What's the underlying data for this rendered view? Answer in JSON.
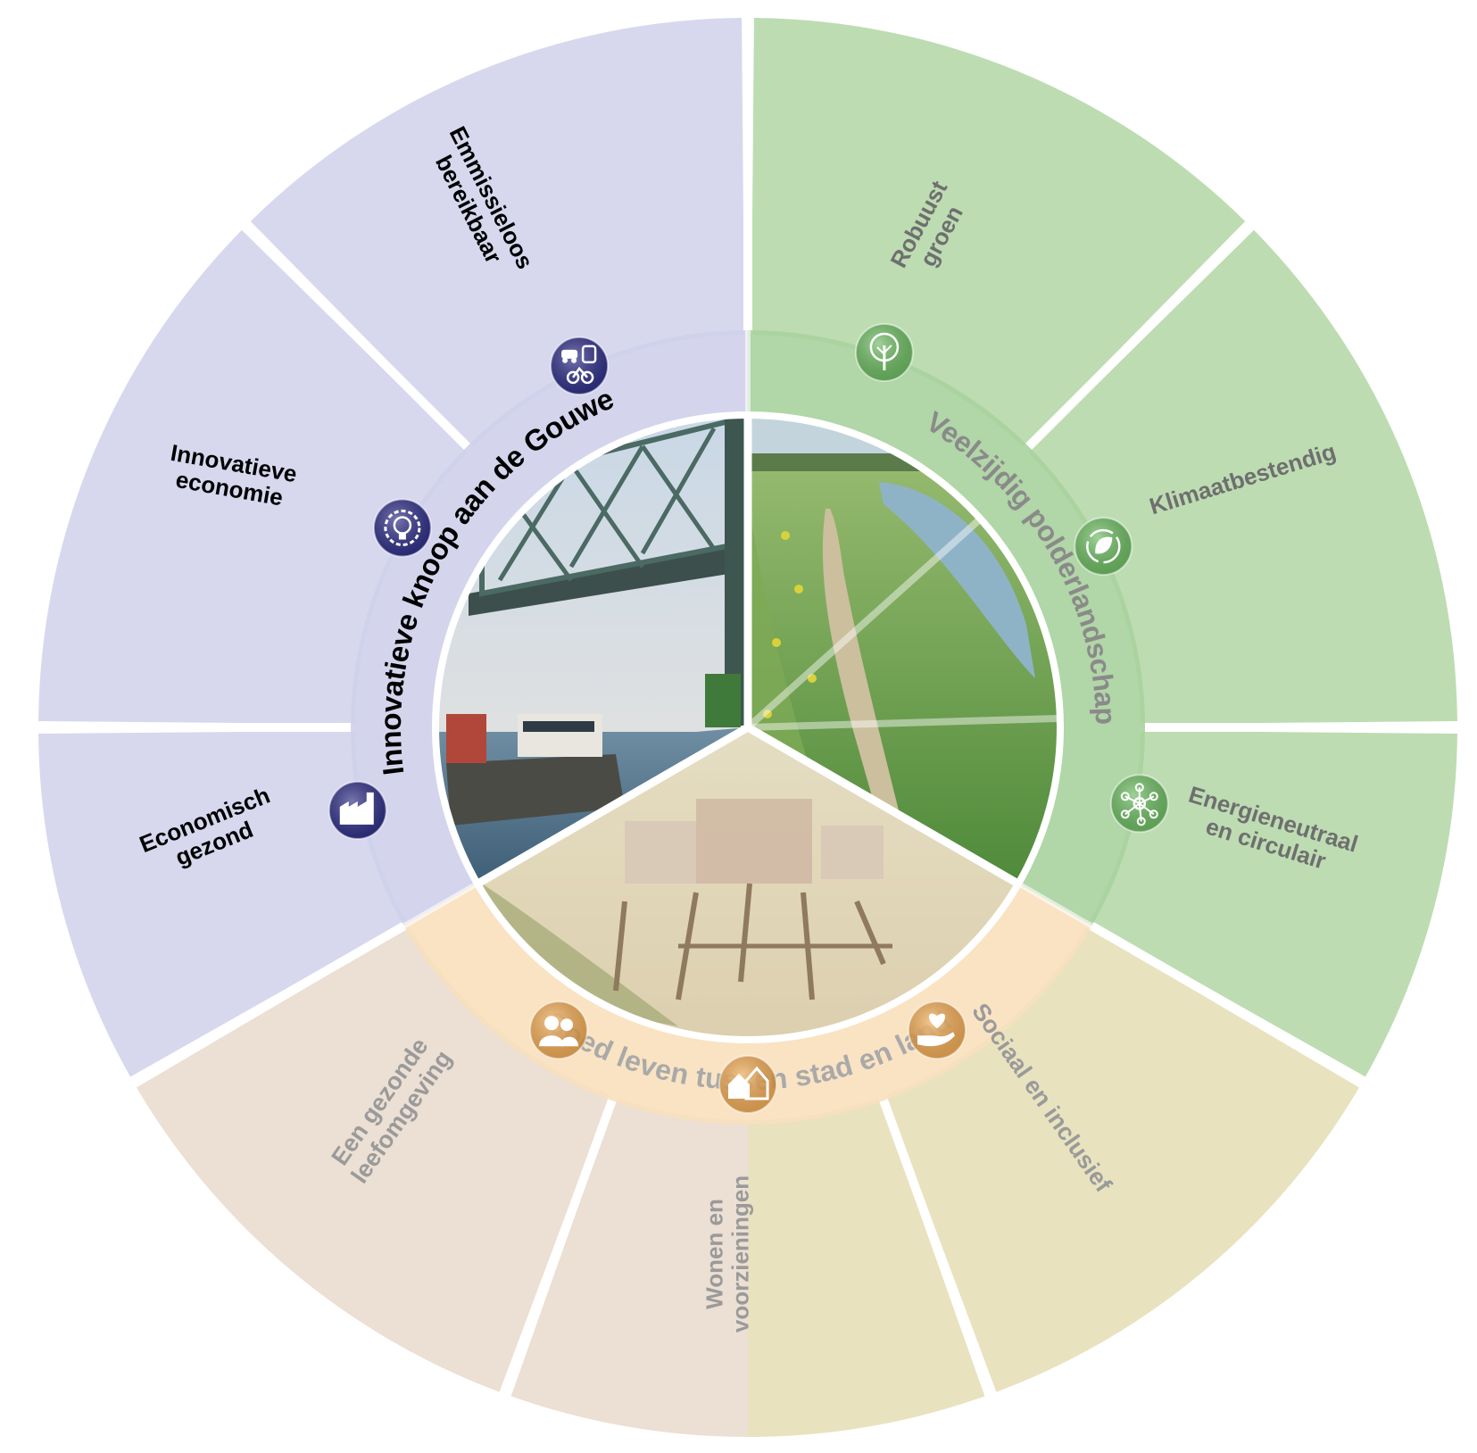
{
  "themes": [
    {
      "title": "Innovatieve knoop aan de Gouwe",
      "color": "#d7d8ee",
      "ring_color": "#cfd0ea",
      "label_color": "#000000",
      "title_color": "#000000",
      "icon_color": "#2e2e86",
      "goals": [
        {
          "label": [
            "Emmissieloos",
            "bereikbaar"
          ],
          "icon": "car-train-bike-icon"
        },
        {
          "label": [
            "Innovatieve",
            "economie"
          ],
          "icon": "lightbulb-gear-icon"
        },
        {
          "label": [
            "Economisch",
            "gezond"
          ],
          "icon": "factory-icon"
        }
      ]
    },
    {
      "title": "Veelzijdig polderlandschap",
      "color": "#bddcb2",
      "ring_color": "#a8d29d",
      "label_color": "#6f6f6f",
      "title_color": "#8a8a8a",
      "icon_color": "#5fb554",
      "goals": [
        {
          "label": [
            "Robuust",
            "groen"
          ],
          "icon": "tree-icon"
        },
        {
          "label": [
            "Klimaatbestendig"
          ],
          "icon": "leaf-cycle-icon"
        },
        {
          "label": [
            "Energieneutraal",
            "en circulair"
          ],
          "icon": "network-icon"
        }
      ]
    },
    {
      "title": "Goed leven tussen stad en land",
      "color": "#ecdfd3",
      "color_alt": "#e9e2bf",
      "ring_color": "#f8e0bc",
      "label_color": "#9a9a9a",
      "title_color": "#a9a9a9",
      "icon_color": "#eda042",
      "goals": [
        {
          "label": [
            "Een gezonde",
            "leefomgeving"
          ],
          "icon": "people-icon"
        },
        {
          "label": [
            "Wonen en",
            "voorzieningen"
          ],
          "icon": "houses-icon"
        },
        {
          "label": [
            "Sociaal en inclusief"
          ],
          "icon": "heart-hand-icon"
        }
      ]
    }
  ],
  "center_photos": [
    {
      "subject": "bridge-and-ship-photo"
    },
    {
      "subject": "polder-path-photo"
    },
    {
      "subject": "playground-photo"
    }
  ]
}
